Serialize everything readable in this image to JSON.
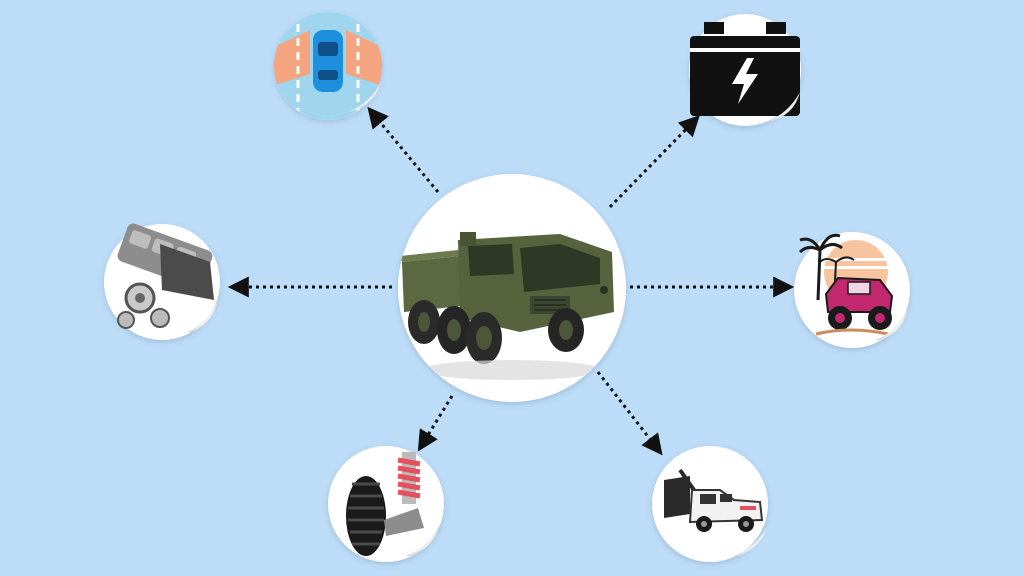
{
  "background": "#bcdcf8",
  "center": {
    "subject": "military-truck",
    "name": "military-truck-image"
  },
  "nodes": [
    {
      "id": "blind-spot",
      "icon": "car-blind-spot-icon"
    },
    {
      "id": "battery",
      "icon": "car-battery-icon"
    },
    {
      "id": "engine",
      "icon": "v8-engine-icon"
    },
    {
      "id": "offroad",
      "icon": "offroad-jeep-icon"
    },
    {
      "id": "suspension",
      "icon": "wheel-suspension-icon"
    },
    {
      "id": "tow-truck",
      "icon": "tow-truck-icon"
    }
  ],
  "colors": {
    "arrow": "#111111",
    "sticker": "#ffffff",
    "truck": "#56633d",
    "battery": "#111111",
    "jeep": "#c2286e",
    "spring": "#e4505d",
    "blindspot_zone": "#f4a47e",
    "blindspot_road": "#9fd6ee",
    "car": "#1e8fdc"
  }
}
